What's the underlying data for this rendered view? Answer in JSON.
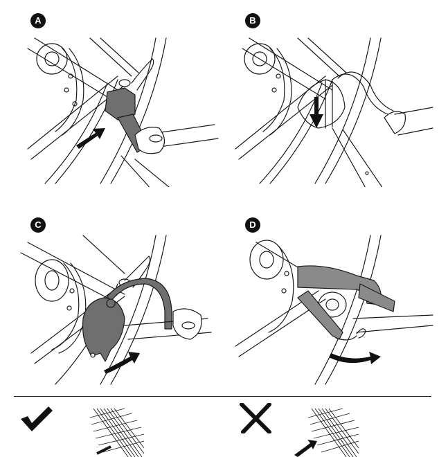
{
  "steps": [
    {
      "label": "A"
    },
    {
      "label": "B"
    },
    {
      "label": "C"
    },
    {
      "label": "D"
    }
  ],
  "colors": {
    "line": "#1a1a1a",
    "part_fill": "#6f6f6f",
    "strap_fill": "#8a8a8a",
    "arrow": "#111111",
    "background": "#ffffff"
  },
  "icons": {
    "correct": "check-icon",
    "incorrect": "cross-icon"
  }
}
